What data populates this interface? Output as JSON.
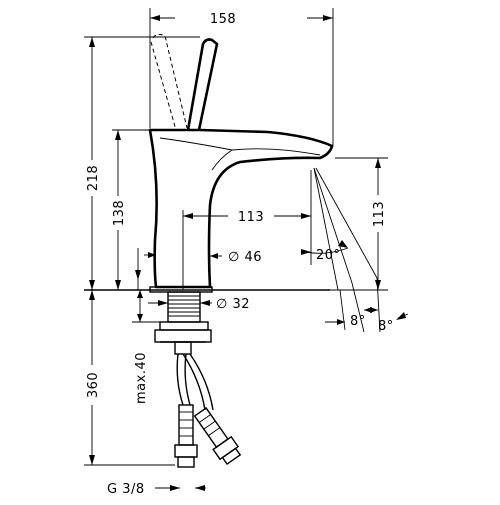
{
  "dimensions": {
    "width_top": "158",
    "height_total": "218",
    "height_spout": "138",
    "reach": "113",
    "height_outlet": "113",
    "angle_jet": "20°",
    "diameter_body": "∅ 46",
    "diameter_shank": "∅ 32",
    "angle_left": "8°",
    "angle_right": "8°",
    "below_counter": "360",
    "max_counter": "max.40",
    "connection": "G 3/8"
  },
  "colors": {
    "line": "#000000",
    "background": "#ffffff"
  }
}
